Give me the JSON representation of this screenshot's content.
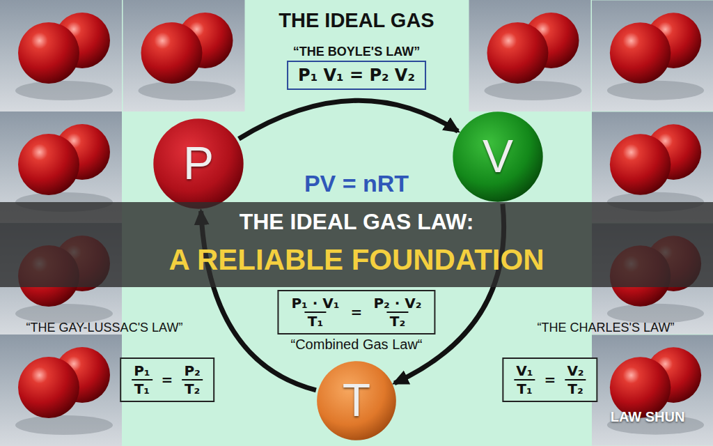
{
  "diagram": {
    "title": "THE IDEAL GAS",
    "nodes": [
      {
        "text": [
          "P₁ V₁ = P₂ V₂"
        ]
      },
      {
        "text": [
          "P"
        ]
      },
      {
        "text": [
          "V"
        ]
      },
      {
        "text": [
          "P₁ · V₁",
          "T₁",
          "=",
          "P₂ · V₂",
          "T₂"
        ]
      },
      {
        "text": [
          "P₁",
          "T₁",
          "=",
          "P₂",
          "T₂"
        ]
      },
      {
        "text": [
          "T"
        ]
      },
      {
        "text": [
          "V₁",
          "T₁",
          "=",
          "V₂",
          "T₂"
        ]
      }
    ],
    "edges": [
      {
        "from": 1,
        "to": 2,
        "arrow": "to"
      },
      {
        "from": 2,
        "to": 5,
        "arrow": "to"
      },
      {
        "from": 5,
        "to": 1,
        "arrow": "to"
      }
    ],
    "labels": [
      "“THE BOYLE'S LAW”",
      "PV = nRT",
      "THE IDEAL GAS LAW:",
      "A RELIABLE FOUNDATION",
      "“Combined Gas Law“",
      "“THE GAY-LUSSAC'S LAW”",
      "“THE CHARLES'S LAW”",
      "LAW SHUN"
    ]
  }
}
